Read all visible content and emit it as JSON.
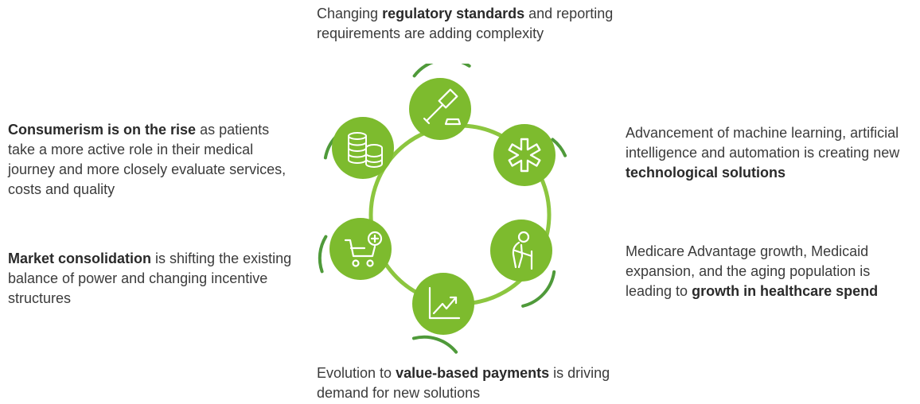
{
  "callouts": {
    "top": {
      "pre": "Changing ",
      "bold": "regulatory standards",
      "post": " and reporting requirements are adding complexity"
    },
    "left1": {
      "pre": "",
      "bold": "Consumerism is on the rise",
      "post": " as patients take a more active role in their medical journey and more closely evaluate services, costs and quality"
    },
    "left2": {
      "pre": "",
      "bold": "Market consolidation",
      "post": " is shifting the existing balance of power and changing incentive structures"
    },
    "right1": {
      "pre": "Advancement of machine learning, artificial intelligence and automation is creating new ",
      "bold": "technological solutions",
      "post": ""
    },
    "right2": {
      "pre": "Medicare Advantage growth, Medicaid expansion, and the aging population is leading to ",
      "bold": "growth in healthcare spend",
      "post": ""
    },
    "bottom": {
      "pre": "Evolution to ",
      "bold": "value-based payments",
      "post": " is driving demand for new solutions"
    }
  },
  "colors": {
    "circle": "#7dbb2e",
    "arc": "#4f9a3a",
    "ring": "#8cc63f",
    "icon": "#ffffff",
    "text": "#3b3b3b"
  },
  "icons": [
    "gavel-icon",
    "medical-star-icon",
    "elderly-person-icon",
    "growth-chart-icon",
    "cart-plus-icon",
    "coin-stack-icon"
  ]
}
